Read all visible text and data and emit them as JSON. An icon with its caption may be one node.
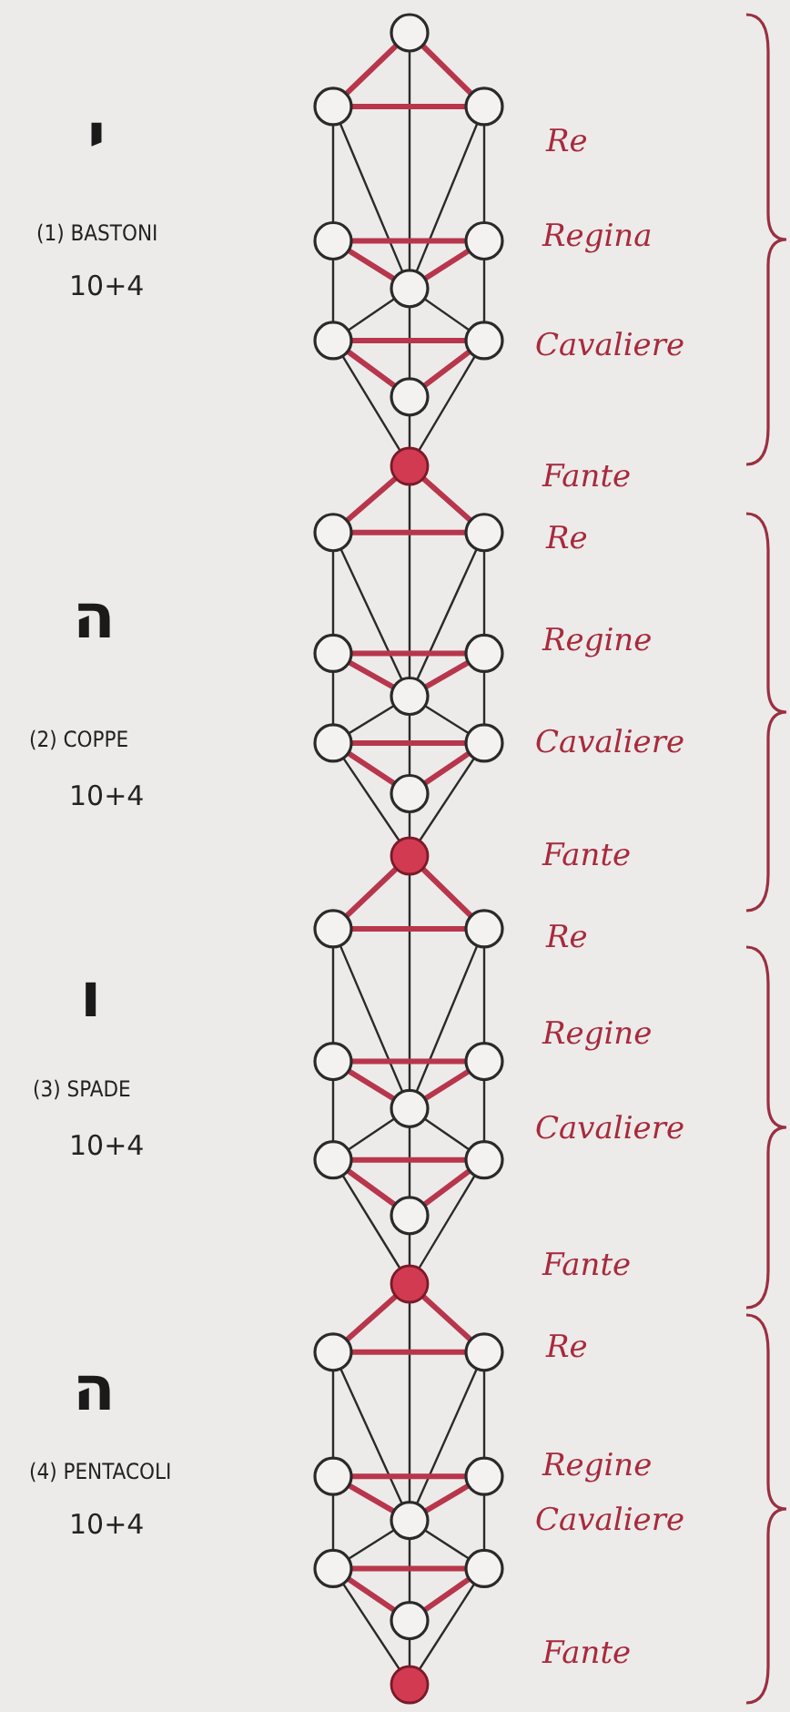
{
  "diagram": {
    "labels": [
      "י",
      "(1) BASTONI",
      "10+4",
      "Re",
      "Regina",
      "Cavaliere",
      "Fante",
      "ה",
      "(2) COPPE",
      "10+4",
      "Re",
      "Regine",
      "Cavaliere",
      "Fante",
      "ו",
      "(3) SPADE",
      "10+4",
      "Re",
      "Regine",
      "Cavaliere",
      "Fante",
      "ה",
      "(4) PENTACOLI",
      "10+4",
      "Re",
      "Regine",
      "Cavaliere",
      "Fante"
    ]
  }
}
